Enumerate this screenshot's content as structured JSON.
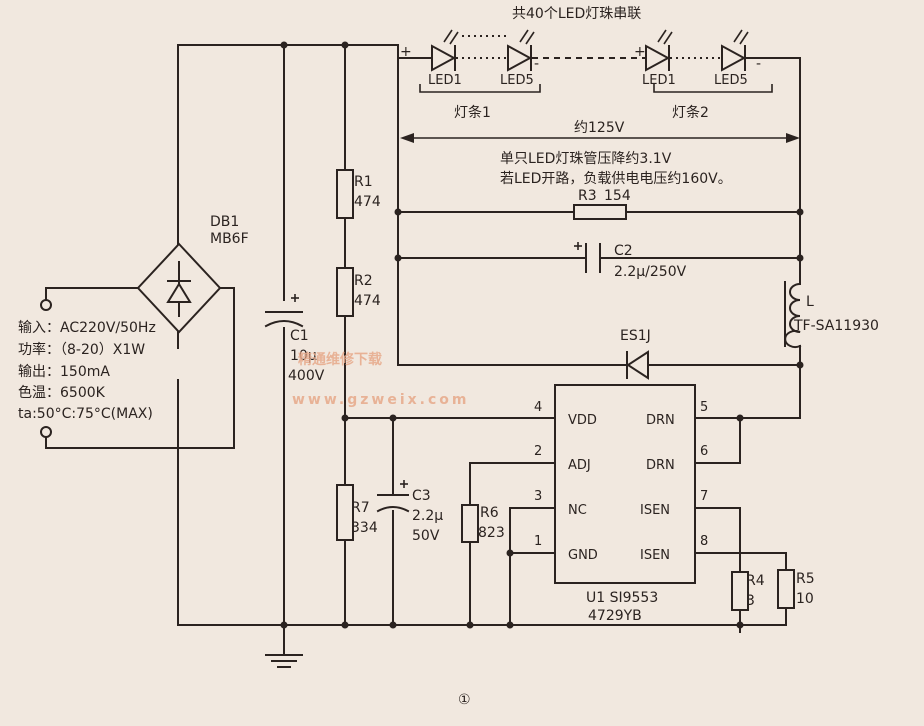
{
  "title_top": "共40个LED灯珠串联",
  "led_strip": {
    "led1": "LED1",
    "led5": "LED5",
    "strip1": "灯条1",
    "strip2": "灯条2",
    "plus": "+",
    "minus": "-"
  },
  "voltage_label": "约125V",
  "note_line1": "单只LED灯珠管压降约3.1V",
  "note_line2": "若LED开路，负载供电电压约160V。",
  "db1": {
    "name": "DB1",
    "part": "MB6F"
  },
  "specs": [
    "输入：AC220V/50Hz",
    "功率：（8-20）X1W",
    "输出：150mA",
    "色温：6500K",
    "ta:50°C:75°C(MAX)"
  ],
  "c1": {
    "name": "C1",
    "value": "10μ",
    "voltage": "400V"
  },
  "r1": {
    "name": "R1",
    "value": "474"
  },
  "r2": {
    "name": "R2",
    "value": "474"
  },
  "r3": {
    "name": "R3",
    "value": "154"
  },
  "c2": {
    "name": "C2",
    "value": "2.2μ/250V"
  },
  "l": {
    "name": "L",
    "part": "TF-SA11930"
  },
  "es1j": "ES1J",
  "r7": {
    "name": "R7",
    "value": "334"
  },
  "c3": {
    "name": "C3",
    "value": "2.2μ",
    "voltage": "50V"
  },
  "r6": {
    "name": "R6",
    "value": "823"
  },
  "r4": {
    "name": "R4",
    "value": "3"
  },
  "r5": {
    "name": "R5",
    "value": "10"
  },
  "chip": {
    "name": "U1 SI9553",
    "code": "4729YB",
    "pins": [
      {
        "num": "4",
        "label": "VDD"
      },
      {
        "num": "2",
        "label": "ADJ"
      },
      {
        "num": "3",
        "label": "NC"
      },
      {
        "num": "1",
        "label": "GND"
      },
      {
        "num": "5",
        "label": "DRN"
      },
      {
        "num": "6",
        "label": "DRN"
      },
      {
        "num": "7",
        "label": "ISEN"
      },
      {
        "num": "8",
        "label": "ISEN"
      }
    ]
  },
  "watermark": {
    "cn": "精通维修下载",
    "url": "www.gzweix.com"
  },
  "figure_number": "①",
  "colors": {
    "ink": "#2b2320",
    "paper": "#f1e8df",
    "watermark": "#e7a98a"
  }
}
